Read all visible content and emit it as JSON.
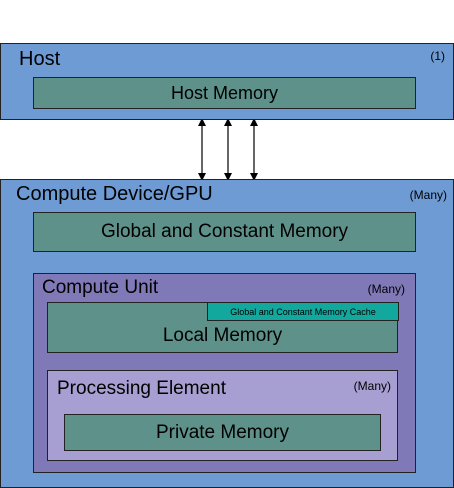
{
  "host": {
    "title": "Host",
    "count": "(1)",
    "memory": "Host Memory"
  },
  "device": {
    "title": "Compute Device/GPU",
    "count": "(Many)",
    "global_memory": "Global and Constant Memory",
    "compute_unit": {
      "title": "Compute Unit",
      "count": "(Many)",
      "local_memory": "Local Memory",
      "cache": "Global and Constant Memory Cache",
      "processing_element": {
        "title": "Processing Element",
        "count": "(Many)",
        "private_memory": "Private Memory"
      }
    }
  },
  "colors": {
    "outer_box": "#6e9bd4",
    "memory_box": "#5e9189",
    "compute_unit_box": "#8079b8",
    "processing_element_box": "#a79fd1",
    "cache_box": "#13a89e"
  },
  "links": {
    "host_device_arrow_count": 3
  }
}
